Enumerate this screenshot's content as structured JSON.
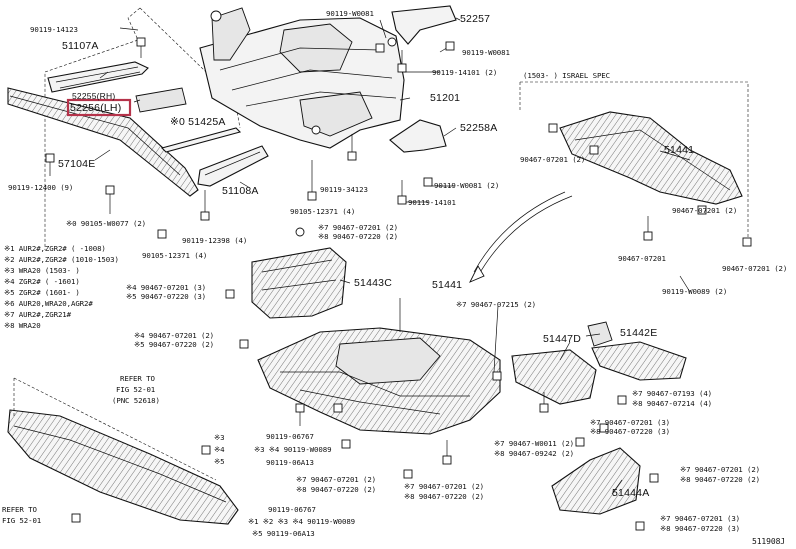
{
  "diagram": {
    "part_labels": [
      {
        "id": "51107A",
        "text": "51107A"
      },
      {
        "id": "52255RH",
        "text": "52255(RH)"
      },
      {
        "id": "52256LH",
        "text": "52256(LH)"
      },
      {
        "id": "57104E",
        "text": "57104E"
      },
      {
        "id": "51425A",
        "text": "※0 51425A"
      },
      {
        "id": "51108A",
        "text": "51108A"
      },
      {
        "id": "52257",
        "text": "52257"
      },
      {
        "id": "51201",
        "text": "51201"
      },
      {
        "id": "52258A",
        "text": "52258A"
      },
      {
        "id": "51441a",
        "text": "51441"
      },
      {
        "id": "51441b",
        "text": "51441"
      },
      {
        "id": "51443C",
        "text": "51443C"
      },
      {
        "id": "51447D",
        "text": "51447D"
      },
      {
        "id": "51442E",
        "text": "51442E"
      },
      {
        "id": "51444A",
        "text": "51444A"
      }
    ],
    "bolt_labels": [
      "90119-14123",
      "90119-W0081",
      "90119-W0081",
      "90119-14101 (2)",
      "90119-12400 (9)",
      "※0 90105-W0077 (2)",
      "90119-12398 (4)",
      "90105-12371 (4)",
      "90119-34123",
      "90105-12371 (4)",
      "90119-W0081 (2)",
      "90119-14101",
      "(1503-   ) ISRAEL SPEC",
      "90467-07201 (2)",
      "90467-07201 (2)",
      "90467-07201",
      "90467-07201 (2)",
      "90119-W0089 (2)",
      "※7 90467-07201 (2)",
      "※8 90467-07220 (2)",
      "※4 90467-07201 (3)",
      "※5 90467-07220 (3)",
      "※7 90467-07215 (2)",
      "※4 90467-07201 (2)",
      "※5 90467-07220 (2)",
      "※7 90467-07193 (4)",
      "※8 90467-07214 (4)",
      "※7 90467-07201 (3)",
      "※8 90467-07220 (3)",
      "※7 90467-W0011 (2)",
      "※8 90467-09242 (2)",
      "※7 90467-07201 (2)",
      "※8 90467-07220 (2)",
      "※7 90467-07201 (2)",
      "※8 90467-07220 (2)",
      "※7 90467-07201 (3)",
      "※8 90467-07220 (3)",
      "90119-06767",
      "※3 ※4 90119-W0089",
      "90119-06A13",
      "90119-06767",
      "※1 ※2 ※3 ※4 90119-W0089",
      "※5 90119-06A13",
      "※7 90467-07201 (2)",
      "※8 90467-07220 (2)"
    ],
    "notes": [
      "※1 AUR2#,ZGR2# (    -1008)",
      "※2 AUR2#,ZGR2# (1010-1503)",
      "※3 WRA20 (1503-    )",
      "※4 ZGR2# (    -1601)",
      "※5 ZGR2# (1601-    )",
      "※6 AUR20,WRA20,AGR2#",
      "※7 AUR2#,ZGR21#",
      "※8 WRA20"
    ],
    "refer1": [
      "REFER TO",
      "FIG 52-01",
      "(PNC 52618)"
    ],
    "refer2": [
      "REFER TO",
      "FIG 52-01"
    ],
    "side_marks": [
      "※3",
      "※4",
      "※5"
    ],
    "figure_code": "511908J",
    "highlight_color": "#b5334a"
  }
}
